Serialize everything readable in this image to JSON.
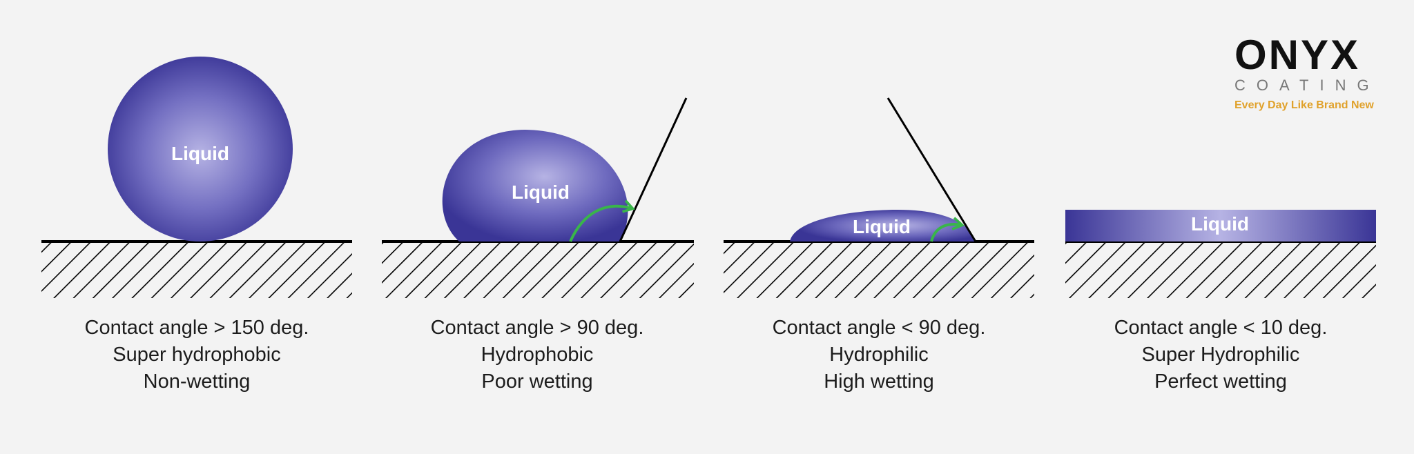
{
  "logo": {
    "brand": "ONYX",
    "subtitle": "COATING",
    "tagline": "Every Day Like Brand New"
  },
  "colors": {
    "liquid_dark": "#3a3596",
    "liquid_light": "#b6b3e4",
    "arrow": "#39b54a",
    "surface": "#000000",
    "accent": "#e0a12a"
  },
  "panels": [
    {
      "liquid_label": "Liquid",
      "angle": "Contact angle > 150 deg.",
      "type": "Super hydrophobic",
      "wetting": "Non-wetting"
    },
    {
      "liquid_label": "Liquid",
      "angle": "Contact angle > 90 deg.",
      "type": "Hydrophobic",
      "wetting": "Poor wetting"
    },
    {
      "liquid_label": "Liquid",
      "angle": "Contact angle < 90 deg.",
      "type": "Hydrophilic",
      "wetting": "High wetting"
    },
    {
      "liquid_label": "Liquid",
      "angle": "Contact angle < 10 deg.",
      "type": "Super Hydrophilic",
      "wetting": "Perfect wetting"
    }
  ]
}
